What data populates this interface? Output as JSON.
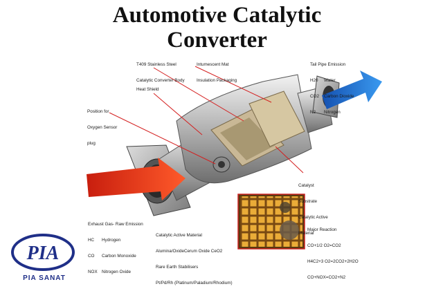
{
  "title": {
    "line1": "Automotive Catalytic",
    "line2": "Converter"
  },
  "labels": {
    "t409": [
      "T409 Stainless Steel",
      "Catalytic Converter Body"
    ],
    "intumescent": [
      "Intumescent Mat",
      "Insulation Packaging"
    ],
    "tailpipe": {
      "heading": "Tail Pipe Emission",
      "rows": [
        {
          "k": "H20",
          "v": "Water"
        },
        {
          "k": "CO2",
          "v": "Carbon Dioxide"
        },
        {
          "k": "N2",
          "v": "Nitrogen"
        }
      ]
    },
    "heat_shield": "Heat Shield",
    "position_sensor": [
      "Position for",
      "Oxygen Sensor",
      "plug"
    ],
    "catalyst": [
      "Catalyst",
      "Substrate",
      "Catalytic Active",
      "Material"
    ],
    "exhaust": {
      "heading": "Exhaust Gas- Raw Emission",
      "rows": [
        {
          "k": "HC",
          "v": "Hydrogen"
        },
        {
          "k": "CO",
          "v": "Carbon Monoxide"
        },
        {
          "k": "NOX",
          "v": "Nitrogen Oxide"
        }
      ]
    },
    "catalytic_active": [
      "Catalytic Active Material",
      "Alumina/OxideCerum Oxide CeO2",
      "Rare Earth Stabilisers",
      "Pt/Pd/Rh (Platinum/Paladium/Rhodium)"
    ],
    "major_reaction": [
      "Major Reaction",
      "CO+1/2 O2=CO2",
      "H4C2+3 O2=2CO2+2H2O",
      "CO+NOX=CO2+N2"
    ]
  },
  "logo": {
    "mark": "PIA",
    "name": "PIA SANAT"
  },
  "colors": {
    "arrow_red": "#e0301e",
    "arrow_blue": "#1f6fd0",
    "leader": "#d42020",
    "logo_blue": "#1f2f88"
  }
}
